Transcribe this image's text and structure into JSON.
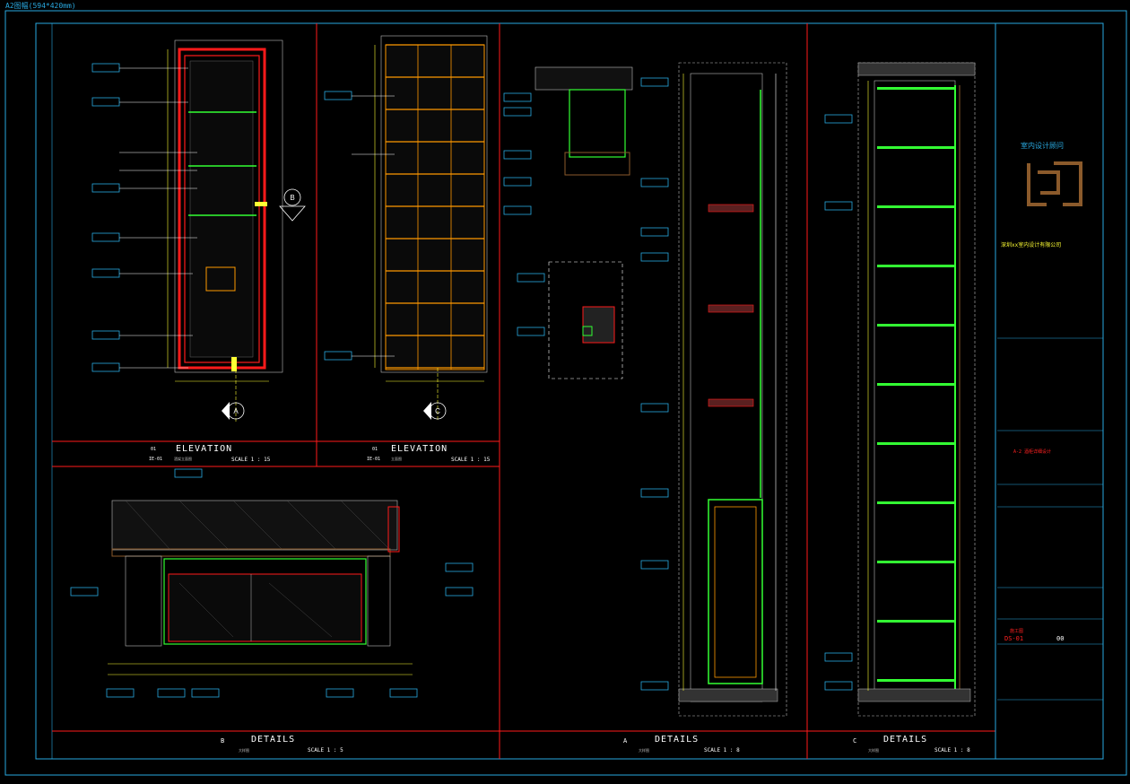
{
  "sheet": {
    "corner_label": "A2图幅(594*420mm)"
  },
  "views": [
    {
      "id": "01",
      "ref": "IE-01",
      "title": "ELEVATION",
      "scale": "SCALE 1 : 15",
      "sub": "酒架立面图"
    },
    {
      "id": "01",
      "ref": "IE-01",
      "title": "ELEVATION",
      "scale": "SCALE 1 : 15",
      "sub": "立面图"
    },
    {
      "id": "B",
      "ref": "",
      "title": "DETAILS",
      "scale": "SCALE 1 : 5",
      "sub": "大样图"
    },
    {
      "id": "A",
      "ref": "",
      "title": "DETAILS",
      "scale": "SCALE 1 : 8",
      "sub": "大样图"
    },
    {
      "id": "C",
      "ref": "",
      "title": "DETAILS",
      "scale": "SCALE 1 : 8",
      "sub": "大样图"
    }
  ],
  "title_block": {
    "company_header": "室内设计顾问",
    "company_name": "深圳xx室内设计有限公司",
    "project": "A-2 酒柜详细设计",
    "drawing_no": "DS-01",
    "revision": "00",
    "status": "施工图"
  },
  "colors": {
    "frame": "#29a9e0",
    "red": "#ff1a1a",
    "yellow": "#ffff33",
    "green": "#33ff33",
    "orange": "#ff9900",
    "white": "#ffffff",
    "brown": "#8b5a2b"
  }
}
